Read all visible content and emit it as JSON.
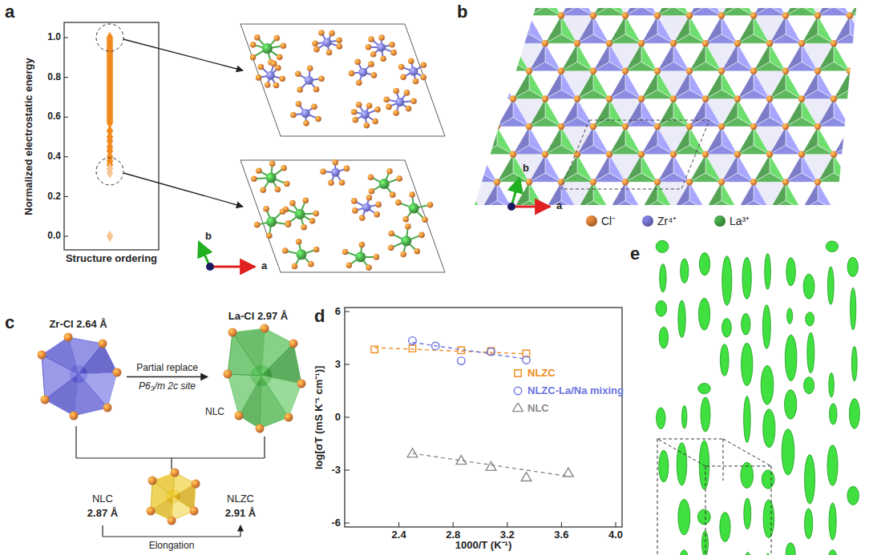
{
  "diagram": {
    "nodes": [
      {
        "text": [
          "Zr-Cl 2.64 Å"
        ]
      },
      {
        "text": [
          "La-Cl 2.97 Å"
        ]
      }
    ],
    "edges": [
      {
        "from": 0,
        "to": 1,
        "arrow": "to",
        "label": "Partial replace"
      }
    ],
    "labels": [
      "a",
      "Normalized electrostatic energy",
      "1.0",
      "0.8",
      "0.6",
      "0.4",
      "0.2",
      "0.0",
      "Structure ordering",
      "b",
      "a",
      "b",
      "b",
      "a",
      "c",
      "P6₃/m 2c site",
      "NLC",
      "NLC",
      "2.87 Å",
      "NLZC",
      "2.91 Å",
      "Elongation",
      "d",
      "6",
      "3",
      "0",
      "-3",
      "-6",
      "2.4",
      "2.8",
      "3.2",
      "3.6",
      "4.0",
      "log[σT (mS K⁻¹ cm⁻¹)]",
      "1000/T (K⁻¹)",
      "e"
    ],
    "legend": [
      {
        "text": "Cl⁻",
        "color": "#e8893a"
      },
      {
        "text": "Zr⁴⁺",
        "color": "#7f7fe0"
      },
      {
        "text": "La³⁺",
        "color": "#4cb04c"
      },
      {
        "text": "NLZC"
      },
      {
        "text": "NLZC-La/Na mixing"
      },
      {
        "text": "NLC"
      }
    ]
  }
}
